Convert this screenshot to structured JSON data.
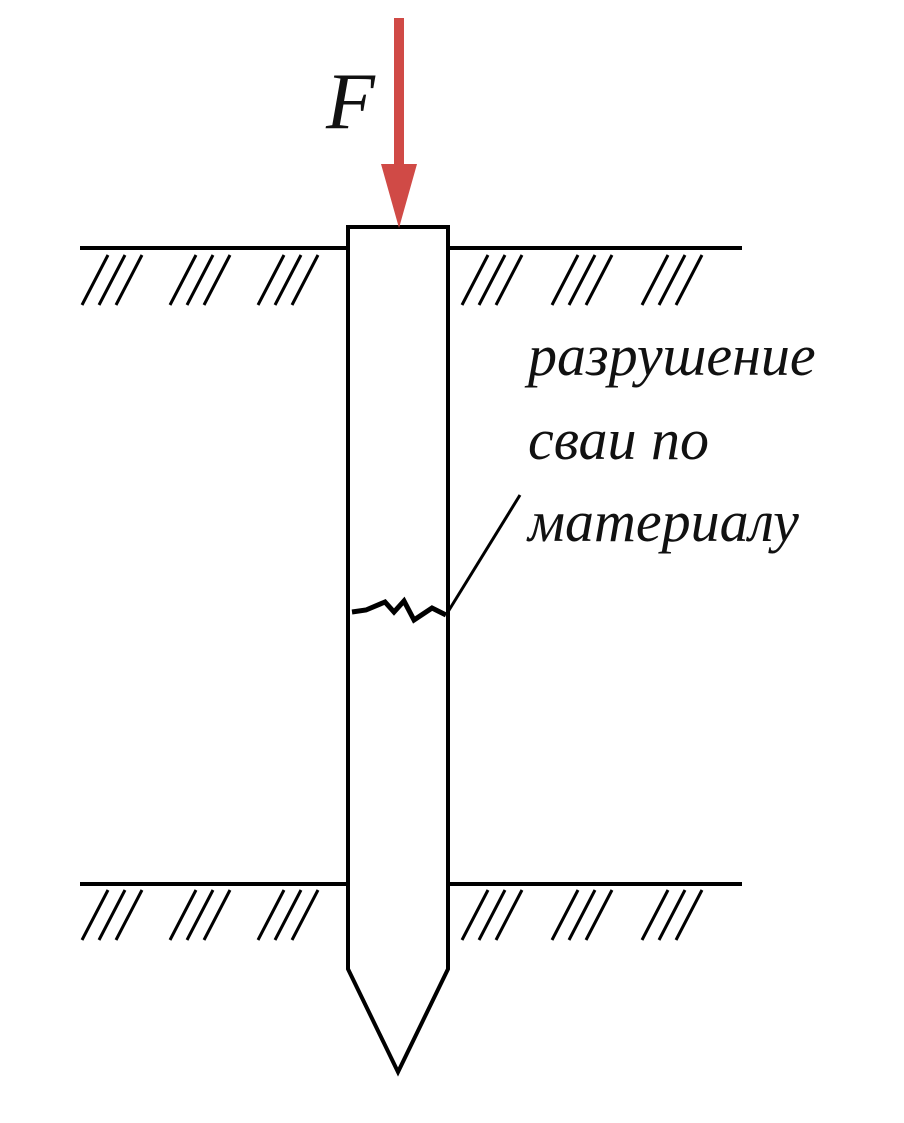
{
  "force": {
    "label": "F",
    "color": "#d04a46"
  },
  "annotation": {
    "lines": [
      "разрушение",
      "сваи по",
      "материалу"
    ]
  },
  "colors": {
    "ink": "#000000",
    "background": "#ffffff"
  }
}
